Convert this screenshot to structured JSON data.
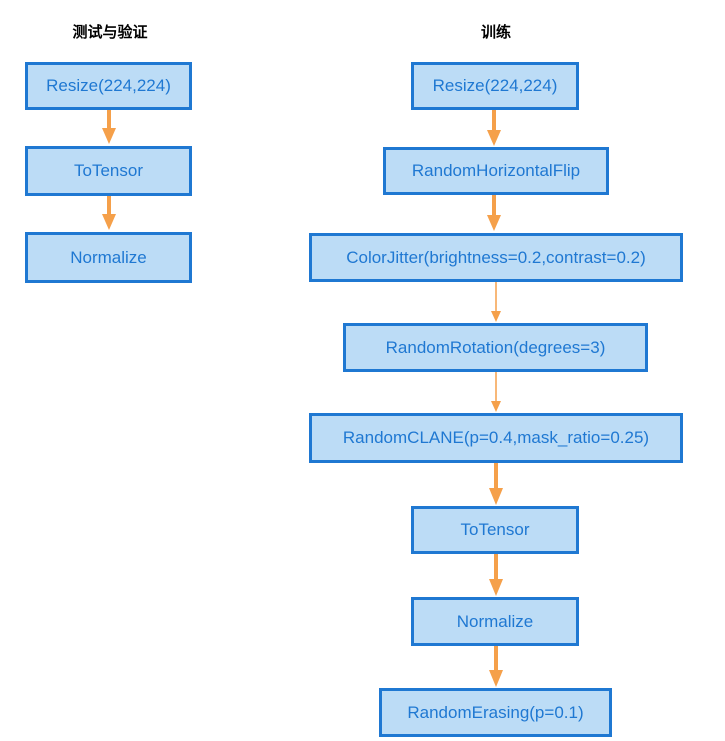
{
  "headings": {
    "eval": "测试与验证",
    "train": "训练"
  },
  "eval_steps": [
    "Resize(224,224)",
    "ToTensor",
    "Normalize"
  ],
  "train_steps": [
    "Resize(224,224)",
    "RandomHorizontalFlip",
    "ColorJitter(brightness=0.2,contrast=0.2)",
    "RandomRotation(degrees=3)",
    "RandomCLANE(p=0.4,mask_ratio=0.25)",
    "ToTensor",
    "Normalize",
    "RandomErasing(p=0.1)"
  ],
  "colors": {
    "box_fill": "#bcdcf6",
    "box_border": "#1f78d2",
    "box_text": "#1f78d2",
    "arrow": "#f5a04a"
  }
}
